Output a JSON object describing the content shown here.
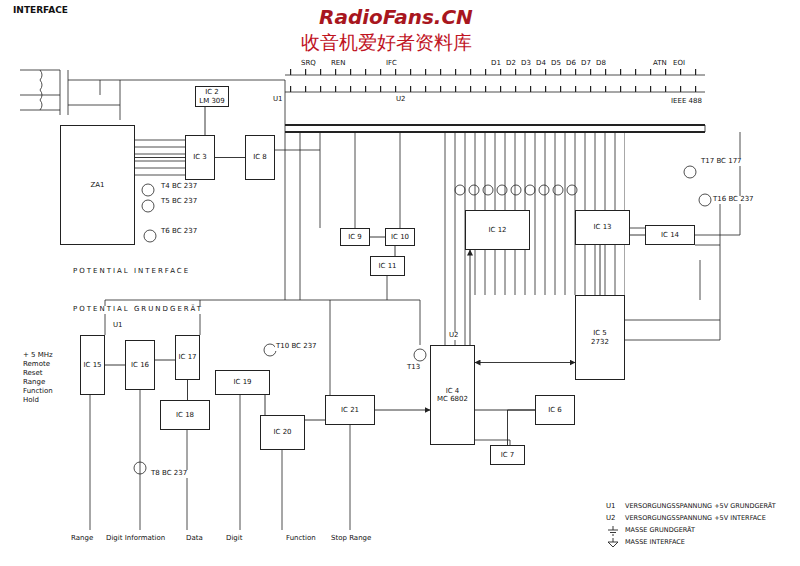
{
  "diagram": {
    "title": "INTERFACE",
    "nodes": [
      {
        "text": [
          "ZA1"
        ]
      },
      {
        "text": [
          "IC 2",
          "LM 309"
        ]
      },
      {
        "text": [
          "IC 3"
        ]
      },
      {
        "text": [
          "IC 8"
        ]
      },
      {
        "text": [
          "IC 9"
        ]
      },
      {
        "text": [
          "IC 10"
        ]
      },
      {
        "text": [
          "IC 11"
        ]
      },
      {
        "text": [
          "IC 12"
        ]
      },
      {
        "text": [
          "IC 13"
        ]
      },
      {
        "text": [
          "IC 14"
        ]
      },
      {
        "text": [
          "IC 4",
          "MC 6802"
        ]
      },
      {
        "text": [
          "IC 5",
          "2732"
        ]
      },
      {
        "text": [
          "IC 15"
        ]
      },
      {
        "text": [
          "IC 16"
        ]
      },
      {
        "text": [
          "IC 17"
        ]
      },
      {
        "text": [
          "IC 18"
        ]
      },
      {
        "text": [
          "IC 19"
        ]
      },
      {
        "text": [
          "IC 20"
        ]
      },
      {
        "text": [
          "IC 21"
        ]
      },
      {
        "text": [
          "IC 6"
        ]
      },
      {
        "text": [
          "IC 7"
        ]
      }
    ],
    "edges": [
      {
        "from": 1,
        "to": 2,
        "arrow": "none"
      },
      {
        "from": 2,
        "to": 3,
        "arrow": "none"
      },
      {
        "from": 0,
        "to": 2,
        "arrow": "none"
      },
      {
        "from": 4,
        "to": 5,
        "arrow": "none"
      },
      {
        "from": 5,
        "to": 6,
        "arrow": "none"
      },
      {
        "from": 10,
        "to": 11,
        "arrow": "both"
      },
      {
        "from": 10,
        "to": 7,
        "arrow": "to"
      },
      {
        "from": 11,
        "to": 8,
        "arrow": "none"
      },
      {
        "from": 8,
        "to": 9,
        "arrow": "none"
      },
      {
        "from": 10,
        "to": 19,
        "arrow": "none"
      },
      {
        "from": 19,
        "to": 20,
        "arrow": "none"
      },
      {
        "from": 12,
        "to": 13,
        "arrow": "none"
      },
      {
        "from": 13,
        "to": 14,
        "arrow": "none"
      },
      {
        "from": 14,
        "to": 15,
        "arrow": "none"
      },
      {
        "from": 16,
        "to": 17,
        "arrow": "none"
      },
      {
        "from": 17,
        "to": 18,
        "arrow": "none"
      },
      {
        "from": 18,
        "to": 10,
        "arrow": "to"
      }
    ],
    "labels": [
      "RadioFans.CN",
      "收音机爱好者资料库",
      "POTENTIAL INTERFACE",
      "POTENTIAL GRUNDGERÄT",
      "U1",
      "U2",
      "U1",
      "U1",
      "U2",
      "U2",
      "+ 5 MHz",
      "Remote",
      "Reset",
      "Range",
      "Function",
      "Hold",
      "Range",
      "Digit Information",
      "Data",
      "Digit",
      "Function",
      "Stop Range",
      "T4 BC 237",
      "T5 BC 237",
      "T6 BC 237",
      "T8 BC 237",
      "T10 BC 237",
      "T13",
      "T16 BC 237",
      "T17 BC 177",
      "SRQ",
      "REN",
      "IFC",
      "D1",
      "D2",
      "D3",
      "D4",
      "D5",
      "D6",
      "D7",
      "D8",
      "ATN",
      "EOI",
      "IEEE 488"
    ],
    "legend": [
      {
        "text": "VERSORGUNGSSPANNUNG +5V GRUNDGERÄT"
      },
      {
        "text": "VERSORGUNGSSPANNUNG +5V INTERFACE"
      },
      {
        "text": "MASSE GRUNDGERÄT"
      },
      {
        "text": "MASSE INTERFACE"
      }
    ]
  }
}
